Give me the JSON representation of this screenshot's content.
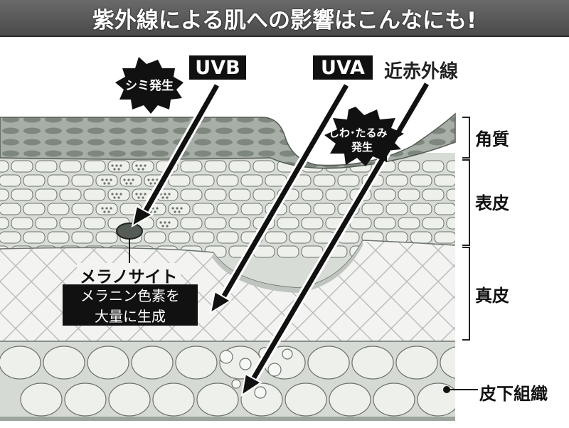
{
  "header": {
    "title": "紫外線による肌への影響はこんなにも!"
  },
  "rays": {
    "uvb": "UVB",
    "uva": "UVA",
    "near_infrared": "近赤外線"
  },
  "callouts": {
    "spot": "シミ発生",
    "wrinkle_line1": "しわ･たるみ",
    "wrinkle_line2": "発生",
    "melanocyte": "メラノサイト",
    "melanin_line1": "メラニン色素を",
    "melanin_line2": "大量に生成"
  },
  "layers": {
    "stratum_corneum": "角質",
    "epidermis": "表皮",
    "dermis": "真皮",
    "subcutaneous": "皮下組織"
  },
  "colors": {
    "banner": "#555555",
    "label_box": "#111111",
    "corneum": "#9aa29a",
    "cell_fill": "#eceeea",
    "dermis": "#f2f2f0",
    "fat": "#e6e8e4"
  }
}
